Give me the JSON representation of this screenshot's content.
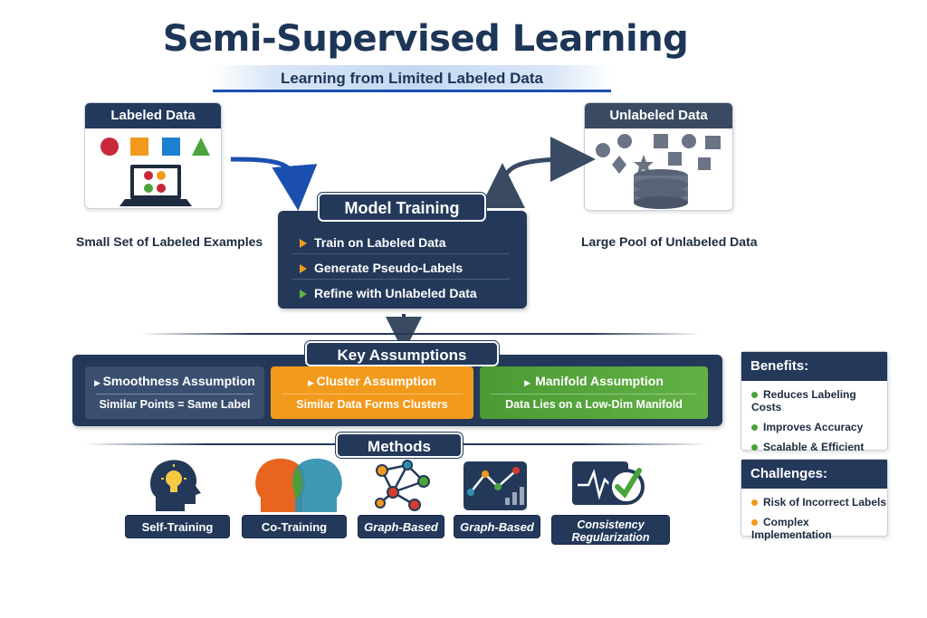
{
  "title": "Semi-Supervised Learning",
  "subtitle": "Learning from Limited Labeled Data",
  "labeled": {
    "header": "Labeled Data",
    "caption": "Small Set of Labeled Examples"
  },
  "unlabeled": {
    "header": "Unlabeled Data",
    "caption": "Large Pool of Unlabeled Data"
  },
  "model_training": {
    "title": "Model Training",
    "steps": [
      "Train on Labeled Data",
      "Generate Pseudo-Labels",
      "Refine with Unlabeled Data"
    ]
  },
  "assumptions": {
    "title": "Key Assumptions",
    "items": [
      {
        "title": "Smoothness Assumption",
        "desc": "Similar Points = Same Label"
      },
      {
        "title": "Cluster Assumption",
        "desc": "Similar Data Forms Clusters"
      },
      {
        "title": "Manifold Assumption",
        "desc": "Data Lies on a Low-Dim Manifold"
      }
    ]
  },
  "methods": {
    "title": "Methods",
    "items": [
      "Self-Training",
      "Co-Training",
      "Graph-Based",
      "Graph-Based",
      "Consistency Regularization"
    ]
  },
  "benefits": {
    "title": "Benefits:",
    "items": [
      "Reduces Labeling Costs",
      "Improves Accuracy",
      "Scalable & Efficient"
    ]
  },
  "challenges": {
    "title": "Challenges:",
    "items": [
      "Risk of Incorrect Labels",
      "Complex Implementation"
    ]
  },
  "colors": {
    "navy": "#24395a",
    "orange": "#f29a1c",
    "green": "#62b144",
    "blue_accent": "#1b4fb0"
  }
}
